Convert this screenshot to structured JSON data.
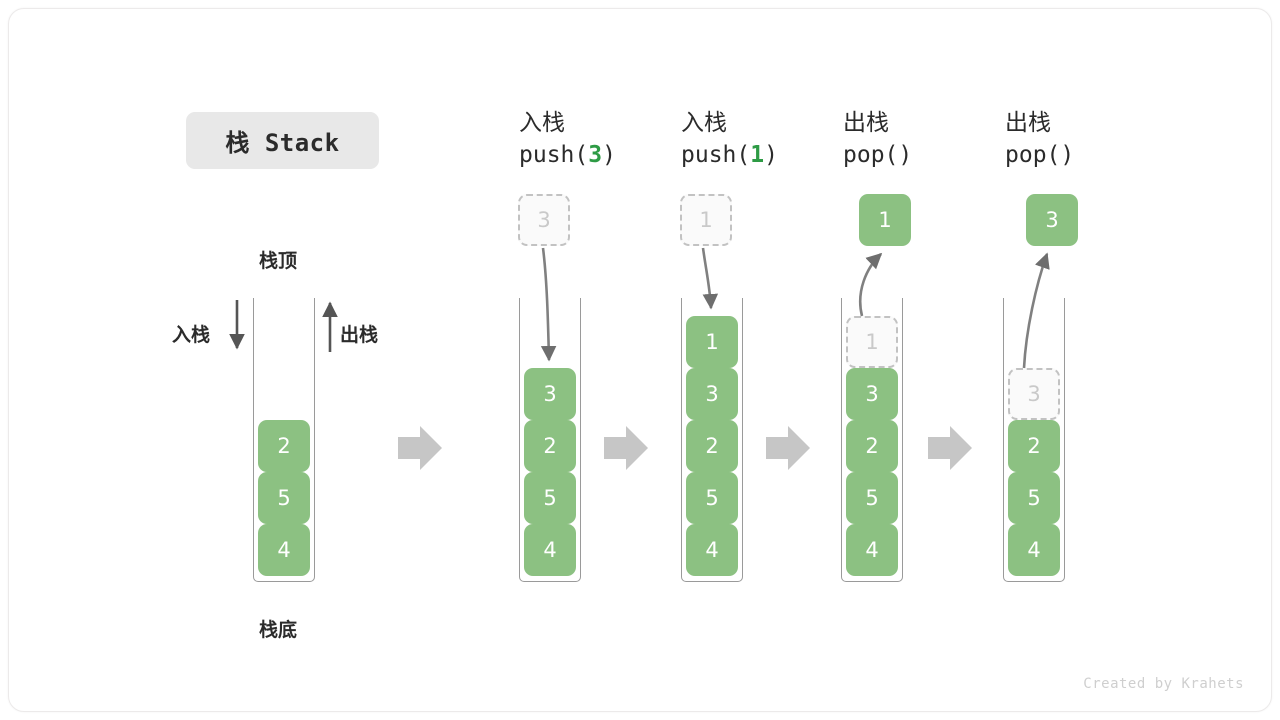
{
  "title": {
    "text": "栈 Stack"
  },
  "watermark": {
    "text": "Created by Krahets"
  },
  "labels": {
    "top": "栈顶",
    "bottom": "栈底",
    "push": "入栈",
    "pop": "出栈"
  },
  "colors": {
    "cell_fill": "#8cc182",
    "cell_text": "#ffffff",
    "ghost_fill": "#fafafa",
    "ghost_border": "#c2c2c2",
    "ghost_text": "#c9c9c9",
    "accent_code": "#2e9b45",
    "chip_bg": "#e8e8e8",
    "arrow_gray": "#6e6e6e",
    "flow_arrow": "#c6c6c6",
    "wall": "#9a9a9a"
  },
  "columns": [
    {
      "id": "initial",
      "head_line1": "",
      "head_line2": "",
      "cells": [
        {
          "value": "2",
          "state": "solid"
        },
        {
          "value": "5",
          "state": "solid"
        },
        {
          "value": "4",
          "state": "solid"
        }
      ],
      "float_box": null
    },
    {
      "id": "push3",
      "head_line1": "入栈",
      "head_line2_pre": "push(",
      "head_line2_arg": "3",
      "head_line2_post": ")",
      "cells": [
        {
          "value": "3",
          "state": "solid"
        },
        {
          "value": "2",
          "state": "solid"
        },
        {
          "value": "5",
          "state": "solid"
        },
        {
          "value": "4",
          "state": "solid"
        }
      ],
      "float_box": {
        "value": "3",
        "state": "ghost"
      },
      "motion": "down"
    },
    {
      "id": "push1",
      "head_line1": "入栈",
      "head_line2_pre": "push(",
      "head_line2_arg": "1",
      "head_line2_post": ")",
      "cells": [
        {
          "value": "1",
          "state": "solid"
        },
        {
          "value": "3",
          "state": "solid"
        },
        {
          "value": "2",
          "state": "solid"
        },
        {
          "value": "5",
          "state": "solid"
        },
        {
          "value": "4",
          "state": "solid"
        }
      ],
      "float_box": {
        "value": "1",
        "state": "ghost"
      },
      "motion": "down"
    },
    {
      "id": "pop1",
      "head_line1": "出栈",
      "head_line2_pre": "pop(",
      "head_line2_arg": "",
      "head_line2_post": ")",
      "cells": [
        {
          "value": "1",
          "state": "ghost"
        },
        {
          "value": "3",
          "state": "solid"
        },
        {
          "value": "2",
          "state": "solid"
        },
        {
          "value": "5",
          "state": "solid"
        },
        {
          "value": "4",
          "state": "solid"
        }
      ],
      "float_box": {
        "value": "1",
        "state": "solid"
      },
      "motion": "up"
    },
    {
      "id": "pop2",
      "head_line1": "出栈",
      "head_line2_pre": "pop(",
      "head_line2_arg": "",
      "head_line2_post": ")",
      "cells": [
        {
          "value": "3",
          "state": "ghost"
        },
        {
          "value": "2",
          "state": "solid"
        },
        {
          "value": "5",
          "state": "solid"
        },
        {
          "value": "4",
          "state": "solid"
        }
      ],
      "float_box": {
        "value": "3",
        "state": "solid"
      },
      "motion": "up"
    }
  ]
}
